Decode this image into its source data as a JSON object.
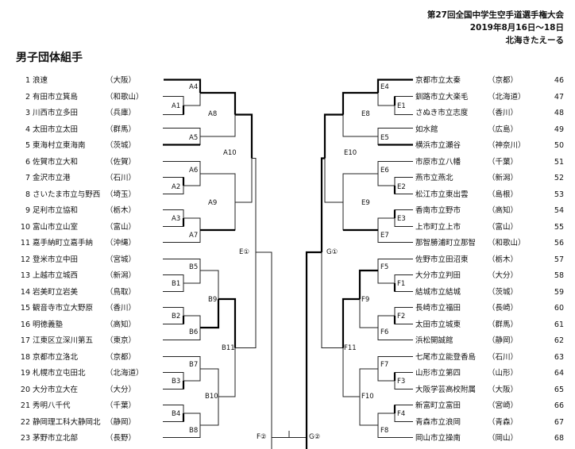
{
  "header": {
    "event": "第27回全国中学生空手道選手権大会",
    "dates": "2019年8月16日～18日",
    "venue": "北海きたえーる"
  },
  "title": "男子団体組手",
  "left_teams": [
    {
      "no": "1",
      "name": "浪速",
      "pref": "（大阪）"
    },
    {
      "no": "2",
      "name": "有田市立箕島",
      "pref": "（和歌山）"
    },
    {
      "no": "3",
      "name": "川西市立多田",
      "pref": "（兵庫）"
    },
    {
      "no": "4",
      "name": "太田市立太田",
      "pref": "（群馬）"
    },
    {
      "no": "5",
      "name": "東海村立東海南",
      "pref": "（茨城）"
    },
    {
      "no": "6",
      "name": "佐賀市立大和",
      "pref": "（佐賀）"
    },
    {
      "no": "7",
      "name": "金沢市立港",
      "pref": "（石川）"
    },
    {
      "no": "8",
      "name": "さいたま市立与野西",
      "pref": "（埼玉）"
    },
    {
      "no": "9",
      "name": "足利市立協和",
      "pref": "（栃木）"
    },
    {
      "no": "10",
      "name": "富山市立山室",
      "pref": "（富山）"
    },
    {
      "no": "11",
      "name": "嘉手納町立嘉手納",
      "pref": "（沖縄）"
    },
    {
      "no": "12",
      "name": "登米市立中田",
      "pref": "（宮城）"
    },
    {
      "no": "13",
      "name": "上越市立城西",
      "pref": "（新潟）"
    },
    {
      "no": "14",
      "name": "岩美町立岩美",
      "pref": "（鳥取）"
    },
    {
      "no": "15",
      "name": "観音寺市立大野原",
      "pref": "（香川）"
    },
    {
      "no": "16",
      "name": "明徳義塾",
      "pref": "（高知）"
    },
    {
      "no": "17",
      "name": "江東区立深川第五",
      "pref": "（東京）"
    },
    {
      "no": "18",
      "name": "京都市立洛北",
      "pref": "（京都）"
    },
    {
      "no": "19",
      "name": "札幌市立屯田北",
      "pref": "（北海道）"
    },
    {
      "no": "20",
      "name": "大分市立大在",
      "pref": "（大分）"
    },
    {
      "no": "21",
      "name": "秀明八千代",
      "pref": "（千葉）"
    },
    {
      "no": "22",
      "name": "静岡理工科大静岡北",
      "pref": "（静岡）"
    },
    {
      "no": "23",
      "name": "茅野市立北部",
      "pref": "（長野）"
    }
  ],
  "right_teams": [
    {
      "no": "46",
      "name": "京都市立太秦",
      "pref": "（京都）"
    },
    {
      "no": "47",
      "name": "釧路市立大楽毛",
      "pref": "（北海道）"
    },
    {
      "no": "48",
      "name": "さぬき市立志度",
      "pref": "（香川）"
    },
    {
      "no": "49",
      "name": "如水館",
      "pref": "（広島）"
    },
    {
      "no": "50",
      "name": "横浜市立瀬谷",
      "pref": "（神奈川）"
    },
    {
      "no": "51",
      "name": "市原市立八幡",
      "pref": "（千葉）"
    },
    {
      "no": "52",
      "name": "燕市立燕北",
      "pref": "（新潟）"
    },
    {
      "no": "53",
      "name": "松江市立東出雲",
      "pref": "（島根）"
    },
    {
      "no": "54",
      "name": "香南市立野市",
      "pref": "（高知）"
    },
    {
      "no": "55",
      "name": "上市町立上市",
      "pref": "（富山）"
    },
    {
      "no": "56",
      "name": "那智勝浦町立那智",
      "pref": "（和歌山）"
    },
    {
      "no": "57",
      "name": "佐野市立田沼東",
      "pref": "（栃木）"
    },
    {
      "no": "58",
      "name": "大分市立判田",
      "pref": "（大分）"
    },
    {
      "no": "59",
      "name": "結城市立結城",
      "pref": "（茨城）"
    },
    {
      "no": "60",
      "name": "長崎市立福田",
      "pref": "（長崎）"
    },
    {
      "no": "61",
      "name": "太田市立城東",
      "pref": "（群馬）"
    },
    {
      "no": "62",
      "name": "浜松開誠館",
      "pref": "（静岡）"
    },
    {
      "no": "63",
      "name": "七尾市立能登香島",
      "pref": "（石川）"
    },
    {
      "no": "64",
      "name": "山形市立第四",
      "pref": "（山形）"
    },
    {
      "no": "65",
      "name": "大阪学芸高校附属",
      "pref": "（大阪）"
    },
    {
      "no": "66",
      "name": "新富町立富田",
      "pref": "（宮崎）"
    },
    {
      "no": "67",
      "name": "青森市立浪岡",
      "pref": "（青森）"
    },
    {
      "no": "68",
      "name": "岡山市立操南",
      "pref": "（岡山）"
    }
  ],
  "labels": {
    "A1": "A1",
    "A2": "A2",
    "A3": "A3",
    "A4": "A4",
    "A5": "A5",
    "A6": "A6",
    "A7": "A7",
    "A8": "A8",
    "A9": "A9",
    "A10": "A10",
    "B1": "B1",
    "B2": "B2",
    "B3": "B3",
    "B4": "B4",
    "B5": "B5",
    "B6": "B6",
    "B7": "B7",
    "B8": "B8",
    "B9": "B9",
    "B10": "B10",
    "B11": "B11",
    "E1": "E1",
    "E2": "E2",
    "E3": "E3",
    "E4": "E4",
    "E5": "E5",
    "E6": "E6",
    "E7": "E7",
    "E8": "E8",
    "E9": "E9",
    "E10": "E10",
    "F1": "F1",
    "F2": "F2",
    "F3": "F3",
    "F4": "F4",
    "F5": "F5",
    "F6": "F6",
    "F7": "F7",
    "F8": "F8",
    "F9": "F9",
    "F10": "F10",
    "F11": "F11",
    "E_c1": "E①",
    "F_c2": "F②",
    "G_c1": "G①",
    "G_c2": "G②"
  }
}
